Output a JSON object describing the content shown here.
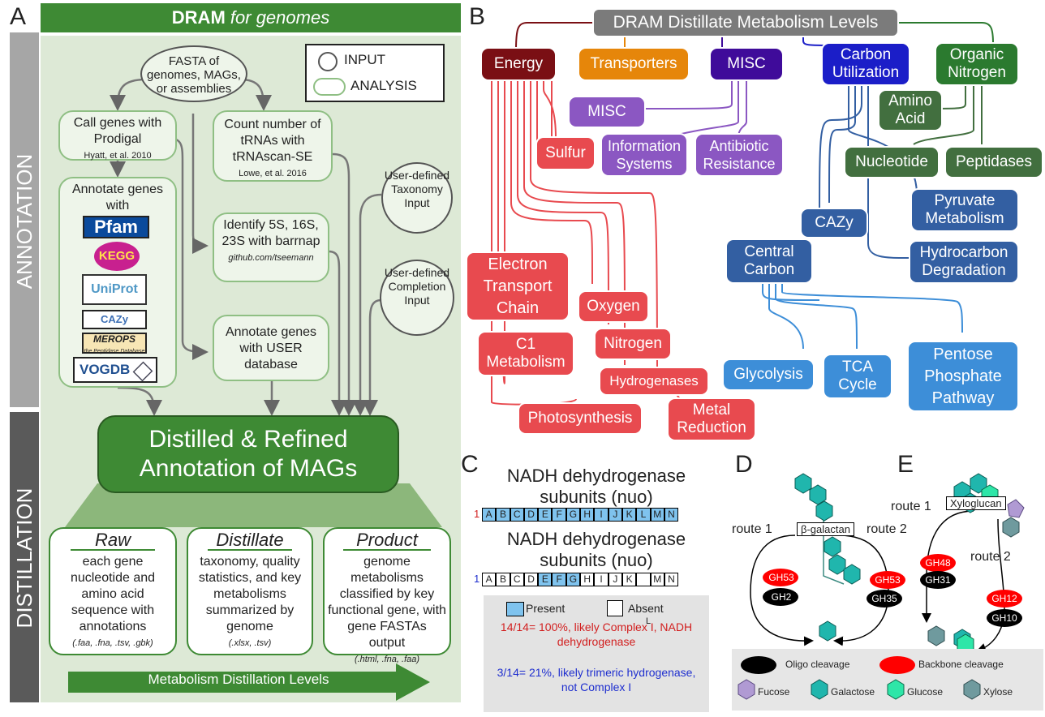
{
  "panels": {
    "a": "A",
    "b": "B",
    "c": "C",
    "d": "D",
    "e": "E"
  },
  "panel_a": {
    "title_bold": "DRAM",
    "title_italic": "for genomes",
    "side_annotation": "ANNOTATION",
    "side_distillation": "DISTILLATION",
    "legend": {
      "input": "INPUT",
      "analysis": "ANALYSIS"
    },
    "fasta": "FASTA of genomes, MAGs, or assemblies",
    "call_genes": "Call genes with Prodigal",
    "call_genes_cite": "Hyatt, et al. 2010",
    "count_trna": "Count number of tRNAs with tRNAscan-SE",
    "count_trna_cite": "Lowe, et al. 2016",
    "annotate_genes": "Annotate genes with",
    "logos": [
      "Pfam",
      "KEGG",
      "UniProt",
      "CAZy",
      "MEROPS",
      "VOGDB"
    ],
    "merops_sub": "the Peptidase Database",
    "identify": "Identify 5S, 16S, 23S with barrnap",
    "identify_cite": "github.com/tseemann",
    "user_tax": "User-defined Taxonomy Input",
    "user_comp": "User-defined Completion Input",
    "annotate_user": "Annotate genes with USER database",
    "distilled": "Distilled & Refined Annotation of MAGs",
    "cards": [
      {
        "title": "Raw",
        "text": "each gene nucleotide and amino acid sequence with annotations",
        "files": "(.faa, .fna, .tsv, .gbk)"
      },
      {
        "title": "Distillate",
        "text": "taxonomy, quality statistics, and key metabolisms summarized by genome",
        "files": "(.xlsx, .tsv)"
      },
      {
        "title": "Product",
        "text": "genome metabolisms classified by key functional gene, with gene FASTAs output",
        "files": "(.html, .fna, .faa)"
      }
    ],
    "arrow_label": "Metabolism Distillation Levels"
  },
  "panel_b": {
    "root": "DRAM Distillate Metabolism Levels",
    "energy": "Energy",
    "transporters": "Transporters",
    "misc_top": "MISC",
    "carbon": "Carbon Utilization",
    "organic_n": "Organic Nitrogen",
    "misc_sub": "MISC",
    "sulfur": "Sulfur",
    "info_sys": "Information Systems",
    "antibiotic": "Antibiotic Resistance",
    "amino": "Amino Acid",
    "nucleotide": "Nucleotide",
    "peptidases": "Peptidases",
    "pyruvate": "Pyruvate Metabolism",
    "cazy": "CAZy",
    "central": "Central Carbon",
    "hydrocarbon": "Hydrocarbon Degradation",
    "etc": "Electron Transport Chain",
    "oxygen": "Oxygen",
    "c1": "C1 Metabolism",
    "nitrogen": "Nitrogen",
    "hydrogenases": "Hydrogenases",
    "photosynthesis": "Photosynthesis",
    "metal": "Metal Reduction",
    "glycolysis": "Glycolysis",
    "tca": "TCA Cycle",
    "pentose": "Pentose Phosphate Pathway",
    "colors": {
      "energy": "#7a0f14",
      "red": "#e84a4f",
      "orange": "#e6860a",
      "indigo": "#3f0b9a",
      "purple": "#8b57c2",
      "blue": "#1b1ec8",
      "green": "#2b7a2f",
      "steel": "#335fa2",
      "lblue": "#3d8ed8"
    }
  },
  "panel_c": {
    "title1": "NADH dehydrogenase subunits (nuo)",
    "title2": "NADH dehydrogenase subunits (nuo)",
    "row1_num": "1",
    "row2_num": "1",
    "row1": [
      {
        "l": "A",
        "on": true
      },
      {
        "l": "B",
        "on": true
      },
      {
        "l": "C",
        "on": true
      },
      {
        "l": "D",
        "on": true
      },
      {
        "l": "E",
        "on": true
      },
      {
        "l": "F",
        "on": true
      },
      {
        "l": "G",
        "on": true
      },
      {
        "l": "H",
        "on": true
      },
      {
        "l": "I",
        "on": true
      },
      {
        "l": "J",
        "on": true
      },
      {
        "l": "K",
        "on": true
      },
      {
        "l": "L",
        "on": true
      },
      {
        "l": "M",
        "on": true
      },
      {
        "l": "N",
        "on": true
      }
    ],
    "row2": [
      {
        "l": "A",
        "on": false
      },
      {
        "l": "B",
        "on": false
      },
      {
        "l": "C",
        "on": false
      },
      {
        "l": "D",
        "on": false
      },
      {
        "l": "E",
        "on": true
      },
      {
        "l": "F",
        "on": true
      },
      {
        "l": "G",
        "on": true
      },
      {
        "l": "H",
        "on": false
      },
      {
        "l": "I",
        "on": false
      },
      {
        "l": "J",
        "on": false
      },
      {
        "l": "K",
        "on": false
      },
      {
        "l": "",
        "on": false
      },
      {
        "l": "M",
        "on": false
      },
      {
        "l": "N",
        "on": false
      }
    ],
    "present": "Present",
    "absent": "Absent",
    "absent_mark": "L",
    "result1": "14/14= 100%, likely Complex I, NADH dehydrogenase",
    "result2": "3/14= 21%, likely trimeric hydrogenase, not Complex I"
  },
  "panel_d": {
    "label": "β-galactan",
    "route1": "route 1",
    "route2": "route 2",
    "gh53a": "GH53",
    "gh2": "GH2",
    "gh53b": "GH53",
    "gh35": "GH35"
  },
  "panel_e": {
    "label": "Xyloglucan",
    "route1": "route 1",
    "route2": "route 2",
    "gh48": "GH48",
    "gh31": "GH31",
    "gh12": "GH12",
    "gh10": "GH10"
  },
  "legend_de": {
    "oligo": "Oligo cleavage",
    "backbone": "Backbone cleavage",
    "fucose": "Fucose",
    "galactose": "Galactose",
    "glucose": "Glucose",
    "xylose": "Xylose"
  }
}
